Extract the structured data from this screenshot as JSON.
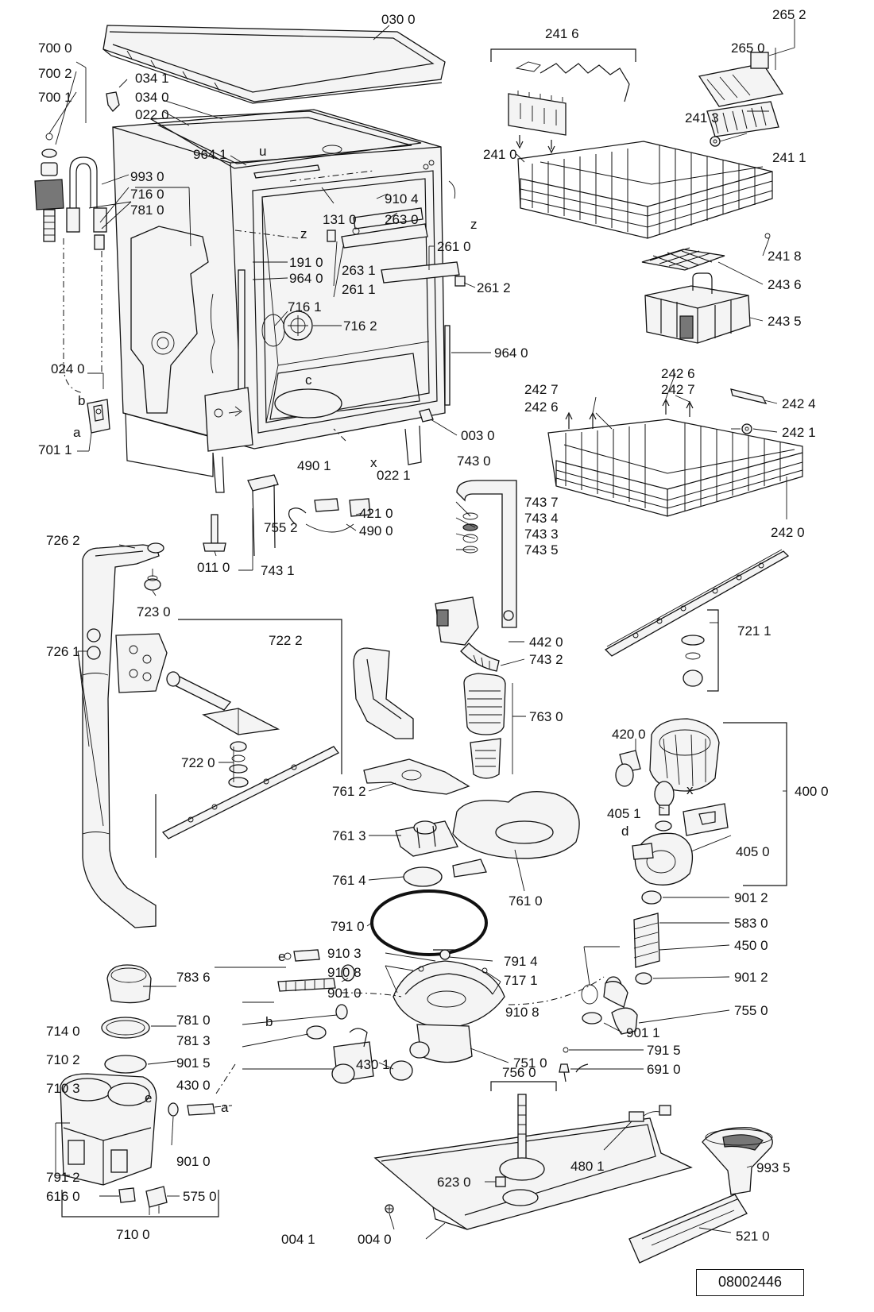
{
  "labels": [
    {
      "id": "lbl-0300",
      "text": "030 0"
    },
    {
      "id": "lbl-7000",
      "text": "700 0"
    },
    {
      "id": "lbl-7002",
      "text": "700 2"
    },
    {
      "id": "lbl-7001",
      "text": "700 1"
    },
    {
      "id": "lbl-0341",
      "text": "034 1"
    },
    {
      "id": "lbl-0340",
      "text": "034 0"
    },
    {
      "id": "lbl-0220",
      "text": "022 0"
    },
    {
      "id": "lbl-9641",
      "text": "964 1"
    },
    {
      "id": "lbl-9930",
      "text": "993 0"
    },
    {
      "id": "lbl-7160",
      "text": "716 0"
    },
    {
      "id": "lbl-7810a",
      "text": "781 0"
    },
    {
      "id": "lbl-9104",
      "text": "910 4"
    },
    {
      "id": "lbl-1310",
      "text": "131 0"
    },
    {
      "id": "lbl-2630",
      "text": "263 0"
    },
    {
      "id": "lbl-2610",
      "text": "261 0"
    },
    {
      "id": "lbl-1910",
      "text": "191 0"
    },
    {
      "id": "lbl-2631",
      "text": "263 1"
    },
    {
      "id": "lbl-9640a",
      "text": "964 0"
    },
    {
      "id": "lbl-2611",
      "text": "261 1"
    },
    {
      "id": "lbl-2612",
      "text": "261 2"
    },
    {
      "id": "lbl-7161",
      "text": "716 1"
    },
    {
      "id": "lbl-7162",
      "text": "716 2"
    },
    {
      "id": "lbl-9640b",
      "text": "964 0"
    },
    {
      "id": "lbl-0240",
      "text": "024 0"
    },
    {
      "id": "lbl-7011",
      "text": "701 1"
    },
    {
      "id": "lbl-0030",
      "text": "003 0"
    },
    {
      "id": "lbl-4901",
      "text": "490 1"
    },
    {
      "id": "lbl-0221",
      "text": "022 1"
    },
    {
      "id": "lbl-7430",
      "text": "743 0"
    },
    {
      "id": "lbl-4210",
      "text": "421 0"
    },
    {
      "id": "lbl-4900",
      "text": "490 0"
    },
    {
      "id": "lbl-7437",
      "text": "743 7"
    },
    {
      "id": "lbl-7434",
      "text": "743 4"
    },
    {
      "id": "lbl-7433",
      "text": "743 3"
    },
    {
      "id": "lbl-7435",
      "text": "743 5"
    },
    {
      "id": "lbl-7552",
      "text": "755 2"
    },
    {
      "id": "lbl-0110",
      "text": "011 0"
    },
    {
      "id": "lbl-7431",
      "text": "743 1"
    },
    {
      "id": "lbl-7262",
      "text": "726 2"
    },
    {
      "id": "lbl-7230",
      "text": "723 0"
    },
    {
      "id": "lbl-7222",
      "text": "722 2"
    },
    {
      "id": "lbl-7261",
      "text": "726 1"
    },
    {
      "id": "lbl-7220",
      "text": "722 0"
    },
    {
      "id": "lbl-4420",
      "text": "442 0"
    },
    {
      "id": "lbl-7432",
      "text": "743 2"
    },
    {
      "id": "lbl-7630",
      "text": "763 0"
    },
    {
      "id": "lbl-7612",
      "text": "761 2"
    },
    {
      "id": "lbl-7613",
      "text": "761 3"
    },
    {
      "id": "lbl-7614",
      "text": "761 4"
    },
    {
      "id": "lbl-7610",
      "text": "761 0"
    },
    {
      "id": "lbl-7910",
      "text": "791 0"
    },
    {
      "id": "lbl-2416",
      "text": "241 6"
    },
    {
      "id": "lbl-2652",
      "text": "265 2"
    },
    {
      "id": "lbl-2650",
      "text": "265 0"
    },
    {
      "id": "lbl-2413",
      "text": "241 3"
    },
    {
      "id": "lbl-2410",
      "text": "241 0"
    },
    {
      "id": "lbl-2411",
      "text": "241 1"
    },
    {
      "id": "lbl-2418",
      "text": "241 8"
    },
    {
      "id": "lbl-2436",
      "text": "243 6"
    },
    {
      "id": "lbl-2435",
      "text": "243 5"
    },
    {
      "id": "lbl-2426a",
      "text": "242 6"
    },
    {
      "id": "lbl-2427a",
      "text": "242 7"
    },
    {
      "id": "lbl-2427b",
      "text": "242 7"
    },
    {
      "id": "lbl-2426b",
      "text": "242 6"
    },
    {
      "id": "lbl-2424",
      "text": "242 4"
    },
    {
      "id": "lbl-2421",
      "text": "242 1"
    },
    {
      "id": "lbl-2420",
      "text": "242 0"
    },
    {
      "id": "lbl-7211",
      "text": "721 1"
    },
    {
      "id": "lbl-4200",
      "text": "420 0"
    },
    {
      "id": "lbl-4000",
      "text": "400 0"
    },
    {
      "id": "lbl-4051",
      "text": "405 1"
    },
    {
      "id": "lbl-4050",
      "text": "405 0"
    },
    {
      "id": "lbl-9012a",
      "text": "901 2"
    },
    {
      "id": "lbl-5830",
      "text": "583 0"
    },
    {
      "id": "lbl-4500",
      "text": "450 0"
    },
    {
      "id": "lbl-9012b",
      "text": "901 2"
    },
    {
      "id": "lbl-7914",
      "text": "791 4"
    },
    {
      "id": "lbl-7171",
      "text": "717 1"
    },
    {
      "id": "lbl-9103",
      "text": "910 3"
    },
    {
      "id": "lbl-9108a",
      "text": "910 8"
    },
    {
      "id": "lbl-9108b",
      "text": "910 8"
    },
    {
      "id": "lbl-7836",
      "text": "783 6"
    },
    {
      "id": "lbl-9010a",
      "text": "901 0"
    },
    {
      "id": "lbl-7550",
      "text": "755 0"
    },
    {
      "id": "lbl-7810b",
      "text": "781 0"
    },
    {
      "id": "lbl-9011",
      "text": "901 1"
    },
    {
      "id": "lbl-7140",
      "text": "714 0"
    },
    {
      "id": "lbl-7813",
      "text": "781 3"
    },
    {
      "id": "lbl-7915",
      "text": "791 5"
    },
    {
      "id": "lbl-7102",
      "text": "710 2"
    },
    {
      "id": "lbl-9015",
      "text": "901 5"
    },
    {
      "id": "lbl-4301",
      "text": "430 1"
    },
    {
      "id": "lbl-7510",
      "text": "751 0"
    },
    {
      "id": "lbl-6910",
      "text": "691 0"
    },
    {
      "id": "lbl-4300",
      "text": "430 0"
    },
    {
      "id": "lbl-7103",
      "text": "710 3"
    },
    {
      "id": "lbl-7560",
      "text": "756 0"
    },
    {
      "id": "lbl-6230",
      "text": "623 0"
    },
    {
      "id": "lbl-4801",
      "text": "480 1"
    },
    {
      "id": "lbl-9935",
      "text": "993 5"
    },
    {
      "id": "lbl-9010b",
      "text": "901 0"
    },
    {
      "id": "lbl-7912",
      "text": "791 2"
    },
    {
      "id": "lbl-5750",
      "text": "575 0"
    },
    {
      "id": "lbl-6160",
      "text": "616 0"
    },
    {
      "id": "lbl-7100",
      "text": "710 0"
    },
    {
      "id": "lbl-0041",
      "text": "004 1"
    },
    {
      "id": "lbl-0040",
      "text": "004 0"
    },
    {
      "id": "lbl-5210",
      "text": "521 0"
    }
  ],
  "letters": [
    {
      "id": "let-u",
      "text": "u"
    },
    {
      "id": "let-z1",
      "text": "z"
    },
    {
      "id": "let-z2",
      "text": "z"
    },
    {
      "id": "let-c",
      "text": "c"
    },
    {
      "id": "let-b1",
      "text": "b"
    },
    {
      "id": "let-a1",
      "text": "a"
    },
    {
      "id": "let-x1",
      "text": "x"
    },
    {
      "id": "let-x2",
      "text": "x"
    },
    {
      "id": "let-d",
      "text": "d"
    },
    {
      "id": "let-e1",
      "text": "e"
    },
    {
      "id": "let-b2",
      "text": "b"
    },
    {
      "id": "let-e2",
      "text": "e"
    },
    {
      "id": "let-a2",
      "text": "a"
    }
  ],
  "reference_number": "08002446"
}
